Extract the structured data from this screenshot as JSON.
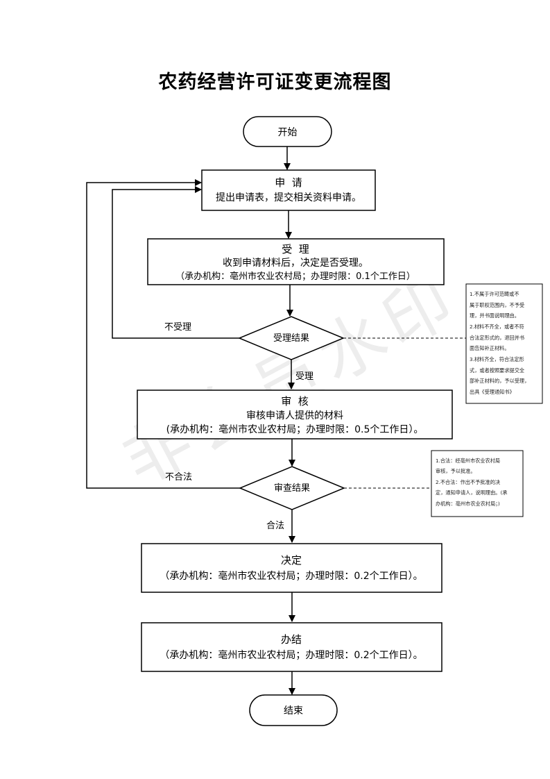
{
  "title": "农药经营许可证变更流程图",
  "watermark": "非会员水印",
  "nodes": {
    "start": "开始",
    "apply": {
      "title": "申  请",
      "desc": "提出申请表，提交相关资料申请。"
    },
    "accept": {
      "title": "受  理",
      "desc": "收到申请材料后，决定是否受理。",
      "org": "（承办机构：亳州市农业农村局；办理时限：0.1个工作日）"
    },
    "accept_result": "受理结果",
    "review": {
      "title": "审  核",
      "desc": "审核申请人提供的材料",
      "org": "(承办机构：亳州市农业农村局；办理时限：0.5个工作日）。"
    },
    "review_result": "审查结果",
    "decide": {
      "title": "决定",
      "org": "（承办机构：亳州市农业农村局；办理时限：0.2个工作日）。"
    },
    "finish": {
      "title": "办结",
      "org": "（承办机构：亳州市农业农村局；办理时限：0.2个工作日）。"
    },
    "end": "结束"
  },
  "edges": {
    "not_accepted": "不受理",
    "accepted": "受理",
    "illegal": "不合法",
    "legal": "合法"
  },
  "notes": {
    "accept_note": [
      "1.不属于许可范畴或不",
      "属于职权范围内，不予受",
      "理，并书面说明理由。",
      "2.材料不齐全，或者不符",
      "合法定形式的，退回并书",
      "面告知补正材料。",
      "3.材料齐全，符合法定形",
      "式，或者按照要求提交全",
      "部补正材料的，予以受理，",
      "出具《受理通知书》"
    ],
    "review_note": [
      "1.合法：经亳州市农业农村局",
      "审核，予以批准。",
      "2.不合法：作出不予批准的决",
      "定，通知申请人，说明理由。(承",
      "办机构：亳州市农业农村局；)"
    ]
  }
}
